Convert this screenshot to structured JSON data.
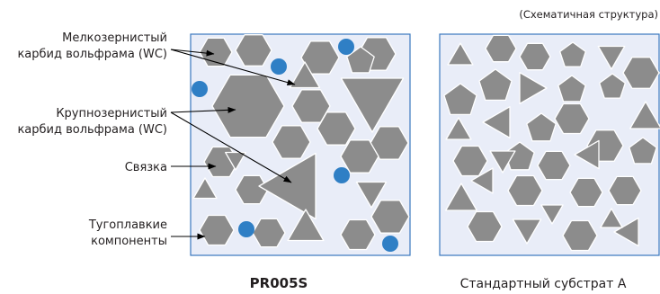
{
  "note": "(Схематичная структура)",
  "labels": {
    "fine_wc": [
      "Мелкозернистый",
      "карбид вольфрама (WC)"
    ],
    "coarse_wc": [
      "Крупнозернистый",
      "карбид вольфрама (WC)"
    ],
    "binder": [
      "Связка"
    ],
    "refractory": [
      "Тугоплавкие",
      "компоненты"
    ]
  },
  "captions": {
    "left": "PR005S",
    "right": "Стандартный субстрат A"
  },
  "colors": {
    "panel_fill": "#e9edf8",
    "panel_border": "#3a78bf",
    "grain": "#8c8c8c",
    "grain_outline": "#ffffff",
    "refractory_dot": "#2f7fc5",
    "arrow": "#000000"
  }
}
